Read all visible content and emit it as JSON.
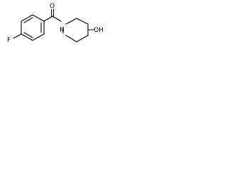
{
  "molecule": {
    "atom_labels": {
      "fluorine": "F",
      "carbonyl_oxygen": "O",
      "nitrogen": "N",
      "hydroxyl": "OH"
    },
    "colors": {
      "bond": "#000000",
      "text": "#000000",
      "background": "#ffffff"
    }
  }
}
